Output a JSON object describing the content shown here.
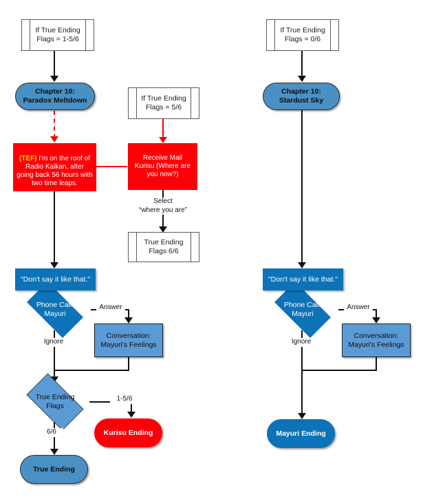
{
  "diagram": {
    "title": "Steins;Gate Chapter 10 True Ending Flowchart",
    "colors": {
      "blue_dark": "#0c73b8",
      "blue_light": "#5b9bd5",
      "blue_mid": "#4a90c4",
      "red": "#fb0007",
      "yellow": "#ffd300",
      "outline": "#5a5a5a",
      "line": "#111111"
    }
  },
  "left_branch": {
    "condition_top": "If True Ending\nFlags = 1-5/6",
    "chapter": "Chapter 10:\nParadox Meltdown",
    "tef_prefix": "(TEF)",
    "tef_text": " I'm on the roof of Radio Kaikan, after going back 56 hours with two time leaps.",
    "dialogue": "\"Don't say it like that.\"",
    "phone_call": "Phone Call:\nMayuri",
    "edge_answer": "Answer",
    "edge_ignore": "Ignore",
    "conversation": "Conversation:\nMayuri's Feelings",
    "flags_check": "True Ending\nFlags",
    "edge_partial_flags": "1-5/6",
    "edge_full_flags": "6/6",
    "kurisu_ending": "Kurisu Ending",
    "true_ending": "True Ending"
  },
  "middle_branch": {
    "condition": "If True Ending\nFlags = 5/6",
    "receive_mail": "Receive Mail\nKurisu (Where are\nyou now?)",
    "edge_select": "Select\n“where you are”",
    "result_flags": "True Ending\nFlags 6/6"
  },
  "right_branch": {
    "condition_top": "If True Ending\nFlags = 0/6",
    "chapter": "Chapter 10:\nStardust Sky",
    "dialogue": "\"Don't say it like that.\"",
    "phone_call": "Phone Call:\nMayuri",
    "edge_answer": "Answer",
    "edge_ignore": "Ignore",
    "conversation": "Conversation:\nMayuri's Feelings",
    "mayuri_ending": "Mayuri Ending"
  }
}
